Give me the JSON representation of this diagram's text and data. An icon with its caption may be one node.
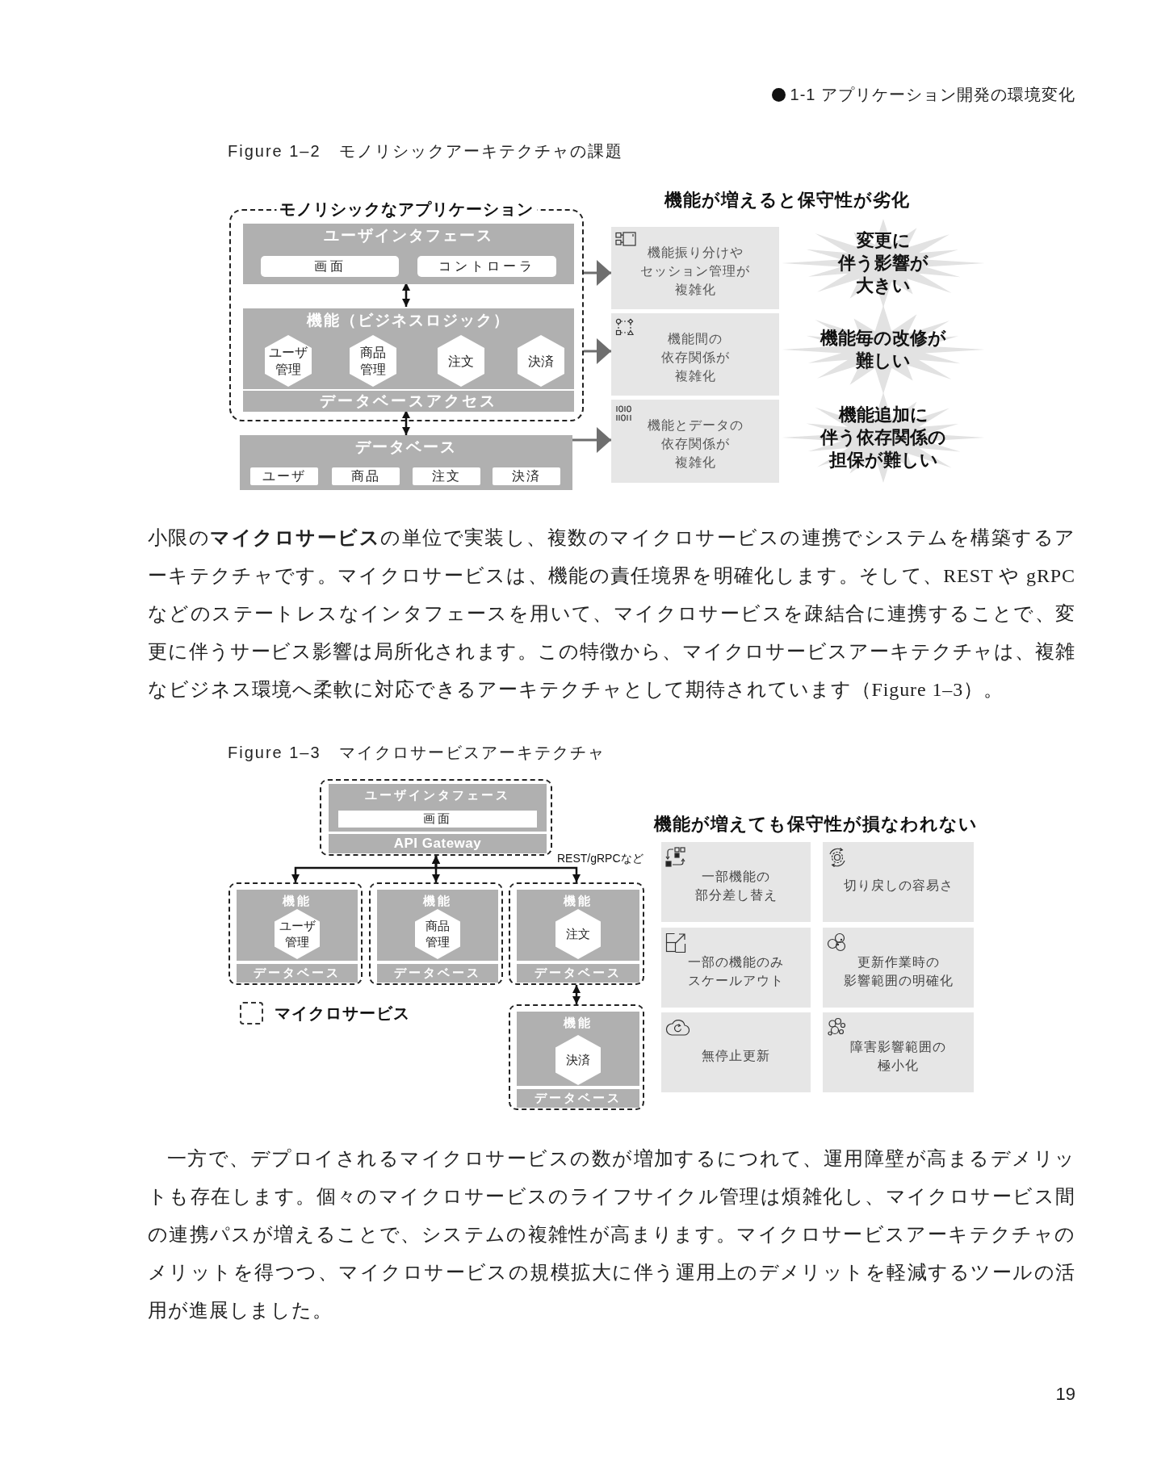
{
  "diagram": {
    "nodes": [
      {
        "text": [
          "モノリシックなアプリケーション"
        ]
      },
      {
        "text": [
          "ユーザインタフェース"
        ],
        "in": 0
      },
      {
        "text": [
          "画面"
        ],
        "in": 1
      },
      {
        "text": [
          "コントローラ"
        ],
        "in": 1
      },
      {
        "text": [
          "機能（ビジネスロジック）"
        ],
        "in": 0
      },
      {
        "text": [
          "ユーザ管理"
        ],
        "in": 4
      },
      {
        "text": [
          "商品管理"
        ],
        "in": 4
      },
      {
        "text": [
          "注文"
        ],
        "in": 4
      },
      {
        "text": [
          "決済"
        ],
        "in": 4
      },
      {
        "text": [
          "データベースアクセス"
        ],
        "in": 0
      },
      {
        "text": [
          "データベース"
        ]
      },
      {
        "text": [
          "ユーザ"
        ],
        "in": 10
      },
      {
        "text": [
          "商品"
        ],
        "in": 10
      },
      {
        "text": [
          "注文"
        ],
        "in": 10
      },
      {
        "text": [
          "決済"
        ],
        "in": 10
      },
      {
        "text": [
          "機能振り分けやセッション管理が複雑化"
        ]
      },
      {
        "text": [
          "変更に伴う影響が大きい"
        ]
      },
      {
        "text": [
          "機能間の依存関係が複雑化"
        ]
      },
      {
        "text": [
          "機能毎の改修が難しい"
        ]
      },
      {
        "text": [
          "機能とデータの依存関係が複雑化"
        ]
      },
      {
        "text": [
          "機能追加に伴う依存関係の担保が難しい"
        ]
      },
      {
        "text": [],
        "shape": "box"
      },
      {
        "text": [
          "ユーザインタフェース"
        ],
        "in": 21
      },
      {
        "text": [
          "画面"
        ],
        "in": 22
      },
      {
        "text": [
          "API Gateway"
        ],
        "in": 21
      },
      {
        "text": [],
        "shape": "box"
      },
      {
        "text": [
          "機能"
        ],
        "in": 25
      },
      {
        "text": [
          "ユーザ管理"
        ],
        "in": 26
      },
      {
        "text": [
          "データベース"
        ],
        "in": 25
      },
      {
        "text": [],
        "shape": "box"
      },
      {
        "text": [
          "機能"
        ],
        "in": 29
      },
      {
        "text": [
          "商品管理"
        ],
        "in": 30
      },
      {
        "text": [
          "データベース"
        ],
        "in": 29
      },
      {
        "text": [],
        "shape": "box"
      },
      {
        "text": [
          "機能"
        ],
        "in": 33
      },
      {
        "text": [
          "注文"
        ],
        "in": 34
      },
      {
        "text": [
          "データベース"
        ],
        "in": 33
      },
      {
        "text": [],
        "shape": "box"
      },
      {
        "text": [
          "機能"
        ],
        "in": 37
      },
      {
        "text": [
          "決済"
        ],
        "in": 38
      },
      {
        "text": [
          "データベース"
        ],
        "in": 37
      },
      {
        "text": [
          "一部機能の部分差し替え"
        ]
      },
      {
        "text": [
          "切り戻しの容易さ"
        ]
      },
      {
        "text": [
          "一部の機能のみスケールアウト"
        ]
      },
      {
        "text": [
          "更新作業時の影響範囲の明確化"
        ]
      },
      {
        "text": [
          "無停止更新"
        ]
      },
      {
        "text": [
          "障害影響範囲の極小化"
        ]
      }
    ],
    "edges": [
      {
        "from": 1,
        "to": 4,
        "arrow": "both"
      },
      {
        "from": 9,
        "to": 10,
        "arrow": "both"
      },
      {
        "from": 0,
        "to": 15,
        "arrow": "to",
        "color": "#6e6e6e"
      },
      {
        "from": 0,
        "to": 17,
        "arrow": "to",
        "color": "#6e6e6e"
      },
      {
        "from": 10,
        "to": 19,
        "arrow": "to",
        "color": "#6e6e6e"
      },
      {
        "from": 21,
        "to": 25,
        "arrow": "both"
      },
      {
        "from": 21,
        "to": 29,
        "arrow": "both"
      },
      {
        "from": 21,
        "to": 33,
        "arrow": "both",
        "label": "REST/gRPCなど"
      },
      {
        "from": 33,
        "to": 37,
        "arrow": "both"
      }
    ],
    "labels": [
      "1-1 アプリケーション開発の環境変化",
      "Figure 1–2　モノリシックアーキテクチャの課題",
      "機能が増えると保守性が劣化",
      "小限の**マイクロサービス**の単位で実装し、複数のマイクロサービスの連携でシステムを構築するアーキテクチャです。マイクロサービスは、機能の責任境界を明確化します。そして、REST や gRPC などのステートレスなインタフェースを用いて、マイクロサービスを疎結合に連携することで、変更に伴うサービス影響は局所化されます。この特徴から、マイクロサービスアーキテクチャは、複雑なビジネス環境へ柔軟に対応できるアーキテクチャとして期待されています（Figure 1–3）。",
      "Figure 1–3　マイクロサービスアーキテクチャ",
      "機能が増えても保守性が損なわれない",
      "一方で、デプロイされるマイクロサービスの数が増加するにつれて、運用障壁が高まるデメリットも存在します。個々のマイクロサービスのライフサイクル管理は煩雑化し、マイクロサービス間の連携パスが増えることで、システムの複雑性が高まります。マイクロサービスアーキテクチャのメリットを得つつ、マイクロサービスの規模拡大に伴う運用上のデメリットを軽減するツールの活用が進展しました。",
      "19"
    ],
    "legend": [
      {
        "text": "マイクロサービス"
      }
    ]
  }
}
